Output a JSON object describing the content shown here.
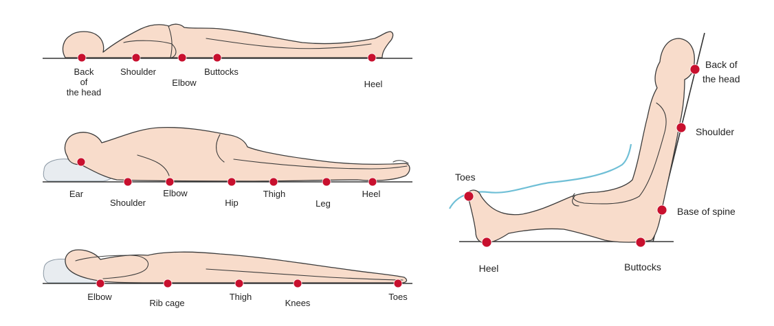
{
  "figure_supine": {
    "labels": {
      "back_of_head": [
        "Back",
        "of",
        "the head"
      ],
      "shoulder": "Shoulder",
      "elbow": "Elbow",
      "buttocks": "Buttocks",
      "heel": "Heel"
    }
  },
  "figure_lateral": {
    "labels": {
      "ear": "Ear",
      "shoulder": "Shoulder",
      "elbow": "Elbow",
      "hip": "Hip",
      "thigh": "Thigh",
      "leg": "Leg",
      "heel": "Heel"
    }
  },
  "figure_prone": {
    "labels": {
      "elbow": "Elbow",
      "rib_cage": "Rib cage",
      "thigh": "Thigh",
      "knees": "Knees",
      "toes": "Toes"
    }
  },
  "figure_sitting": {
    "labels": {
      "back_of_head": [
        "Back of",
        "the head"
      ],
      "shoulder": "Shoulder",
      "base_of_spine": "Base of spine",
      "toes": "Toes",
      "heel": "Heel",
      "buttocks": "Buttocks"
    }
  },
  "colors": {
    "pressure_point": "#c8102e",
    "skin": "#f8dccb",
    "outline": "#3a3a3a",
    "water_line": "#6fbfd6"
  }
}
